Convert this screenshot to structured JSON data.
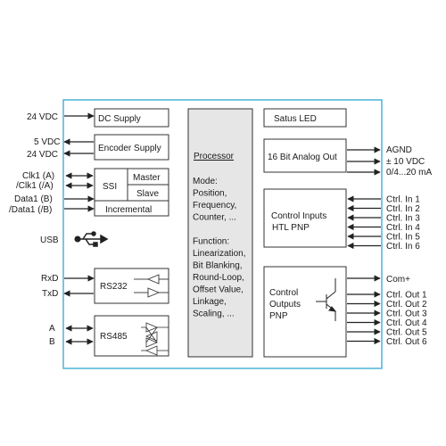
{
  "left_signals": {
    "supply_24v": "24 VDC",
    "enc_5v": "5 VDC",
    "enc_24v": "24 VDC",
    "clk1": "Clk1  (A)",
    "clk1_inv": "/Clk1  (/A)",
    "data1": "Data1  (B)",
    "data1_inv": "/Data1  (/B)",
    "usb": "USB",
    "rxd": "RxD",
    "txd": "TxD",
    "a": "A",
    "b": "B"
  },
  "blocks": {
    "dc_supply": "DC Supply",
    "encoder_supply": "Encoder Supply",
    "ssi": "SSI",
    "master": "Master",
    "slave": "Slave",
    "incremental": "Incremental",
    "rs232": "RS232",
    "rs485": "RS485",
    "processor_title": "Processor",
    "processor_lines": [
      "Mode:",
      "Position,",
      "Frequency,",
      "Counter, ...",
      "",
      "Function:",
      "Linearization,",
      "Bit Blanking,",
      "Round-Loop,",
      "Offset Value,",
      "Linkage,",
      "Scaling, ..."
    ],
    "status_led": "Satus LED",
    "analog_out": "16 Bit Analog Out",
    "control_inputs_lines": [
      "Control Inputs",
      "HTL PNP"
    ],
    "control_outputs_lines": [
      "Control",
      "Outputs",
      "PNP"
    ]
  },
  "right_signals": {
    "agnd": "AGND",
    "v10": "± 10 VDC",
    "ma": "0/4...20 mA",
    "ctrl_in": [
      "Ctrl. In 1",
      "Ctrl. In 2",
      "Ctrl. In 3",
      "Ctrl. In 4",
      "Ctrl. In 5",
      "Ctrl. In 6"
    ],
    "com": "Com+",
    "ctrl_out": [
      "Ctrl. Out 1",
      "Ctrl. Out 2",
      "Ctrl. Out 3",
      "Ctrl. Out 4",
      "Ctrl. Out 5",
      "Ctrl. Out 6"
    ]
  },
  "colors": {
    "frame": "#4db3d8",
    "line": "#222222",
    "processor_fill": "#e6e6e6"
  }
}
